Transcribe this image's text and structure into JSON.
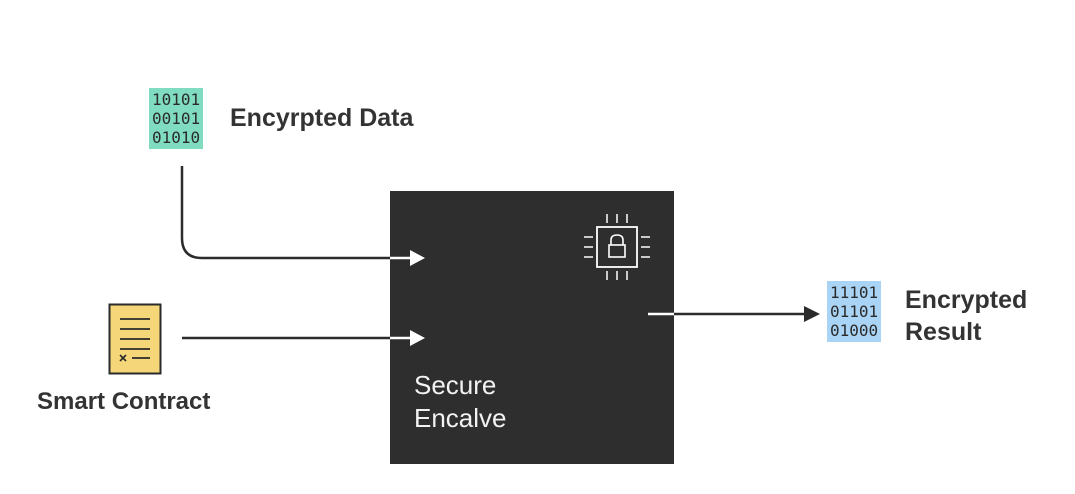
{
  "input": {
    "code_lines": [
      "10101",
      "00101",
      "01010"
    ],
    "label": "Encyrpted Data",
    "color": "#7fdcc0"
  },
  "contract": {
    "label": "Smart Contract",
    "icon": "document-icon",
    "color": "#f5d77a"
  },
  "enclave": {
    "title_lines": [
      "Secure",
      "Encalve"
    ],
    "icon": "chip-lock-icon",
    "color": "#2e2e2e"
  },
  "output": {
    "code_lines": [
      "11101",
      "01101",
      "01000"
    ],
    "label_lines": [
      "Encrypted",
      "Result"
    ],
    "color": "#a9d4f5"
  }
}
